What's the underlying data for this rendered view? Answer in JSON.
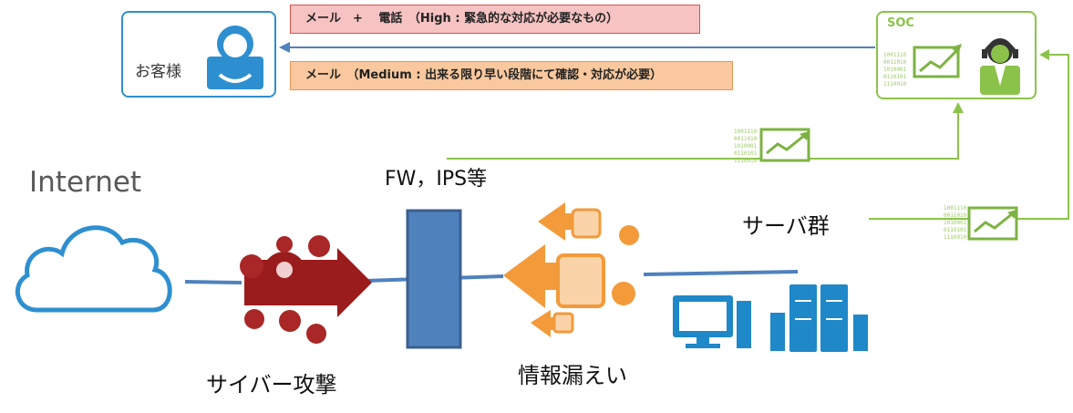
{
  "customer": {
    "label": "お客様"
  },
  "soc": {
    "label": "SOC"
  },
  "messages": {
    "high": "メール　+　 電話　（High : 緊急的な対応が必要なもの）",
    "medium": "メール　（Medium : 出来る限り早い段階にて確認・対応が必要）"
  },
  "network": {
    "internet": "Internet",
    "firewall": "FW，IPS等",
    "servers": "サーバ群",
    "attack": "サイバー攻撃",
    "leak": "情報漏えい"
  },
  "colors": {
    "customer_blue": "#2e8fd0",
    "soc_green": "#8bc34a",
    "attack_red": "#9b1c1c",
    "leak_orange": "#f39a3a",
    "line_blue": "#4f81bd",
    "firewall_fill": "#4f81bd",
    "server_blue": "#1e88c8"
  },
  "icons": [
    "cloud-icon",
    "operator-headset-icon",
    "customer-person-icon",
    "attack-arrow-icon",
    "data-leak-icon",
    "monitor-icon",
    "server-rack-icon",
    "report-chart-icon"
  ]
}
